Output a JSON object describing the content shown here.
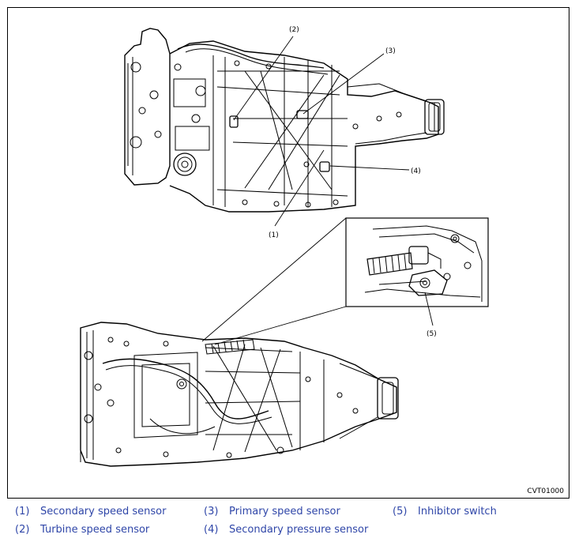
{
  "callouts": {
    "c1": "(1)",
    "c2": "(2)",
    "c3": "(3)",
    "c4": "(4)",
    "c5": "(5)"
  },
  "figure_code": "CVT01000",
  "legend": [
    {
      "num": "(1)",
      "label": "Secondary speed sensor"
    },
    {
      "num": "(2)",
      "label": "Turbine speed sensor"
    },
    {
      "num": "(3)",
      "label": "Primary speed sensor"
    },
    {
      "num": "(4)",
      "label": "Secondary pressure sensor"
    },
    {
      "num": "(5)",
      "label": "Inhibitor switch"
    }
  ],
  "colors": {
    "legend_text": "#2f46a8",
    "line_art": "#000000"
  }
}
